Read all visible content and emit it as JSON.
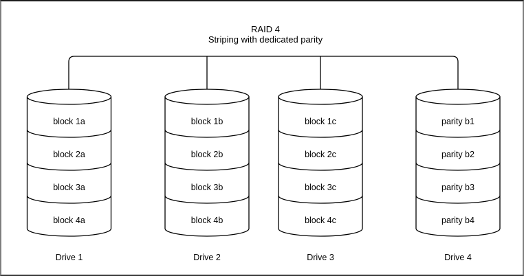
{
  "diagram": {
    "title": "RAID 4",
    "subtitle": "Striping with dedicated parity"
  },
  "drives": [
    {
      "label": "Drive 1",
      "blocks": [
        "block 1a",
        "block 2a",
        "block 3a",
        "block 4a"
      ]
    },
    {
      "label": "Drive 2",
      "blocks": [
        "block 1b",
        "block 2b",
        "block 3b",
        "block 4b"
      ]
    },
    {
      "label": "Drive 3",
      "blocks": [
        "block 1c",
        "block 2c",
        "block 3c",
        "block 4c"
      ]
    },
    {
      "label": "Drive 4",
      "blocks": [
        "parity b1",
        "parity b2",
        "parity b3",
        "parity b4"
      ]
    }
  ],
  "colors": {
    "stroke": "#000000",
    "background": "#ffffff"
  }
}
